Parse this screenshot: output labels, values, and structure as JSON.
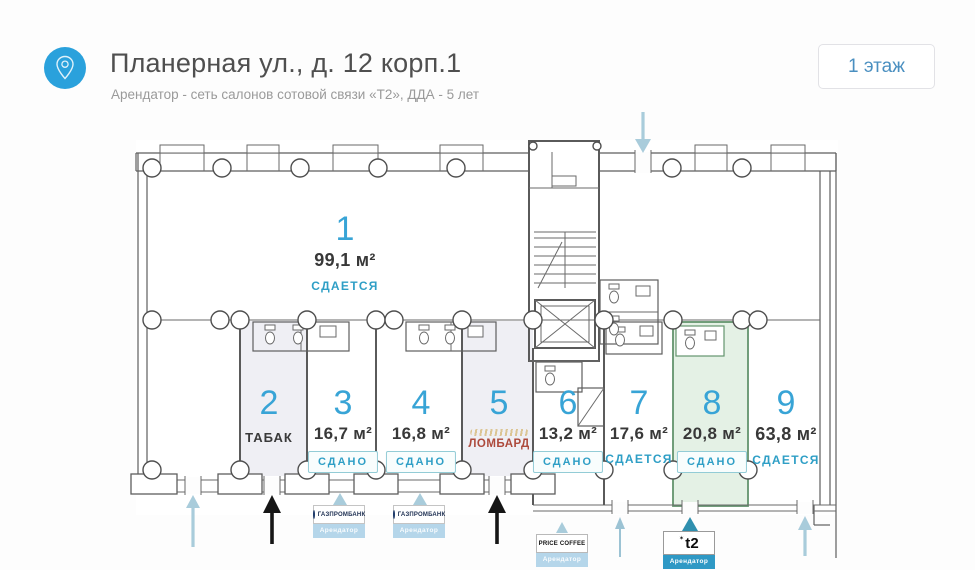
{
  "header": {
    "title": "Планерная ул., д. 12 корп.1",
    "subtitle": "Арендатор - сеть салонов сотовой связи «Т2», ДДА - 5 лет"
  },
  "floor_selector": {
    "label": "1 этаж"
  },
  "plan": {
    "units": [
      {
        "number": "1",
        "area": "99,1 м²",
        "status": "СДАЕТСЯ"
      },
      {
        "number": "2",
        "name": "ТАБАК"
      },
      {
        "number": "3",
        "area": "16,7 м²",
        "status": "СДАНО"
      },
      {
        "number": "4",
        "area": "16,8 м²",
        "status": "СДАНО"
      },
      {
        "number": "5",
        "name": "ЛОМБАРД"
      },
      {
        "number": "6",
        "area": "13,2 м²",
        "status": "СДАНО"
      },
      {
        "number": "7",
        "area": "17,6 м²",
        "status": "СДАЕТСЯ"
      },
      {
        "number": "8",
        "area": "20,8 м²",
        "status": "СДАНО"
      },
      {
        "number": "9",
        "area": "63,8 м²",
        "status": "СДАЕТСЯ"
      }
    ]
  },
  "tenant_badges": [
    {
      "brand": "ГАЗПРОМБАНК",
      "label": "Арендатор"
    },
    {
      "brand": "ГАЗПРОМБАНК",
      "label": "Арендатор"
    },
    {
      "brand": "PRICE COFFEE",
      "label": "Арендатор"
    },
    {
      "brand": "t2",
      "label": "Арендатор",
      "spark": "✶"
    }
  ],
  "colors": {
    "accent_blue": "#38a4d6",
    "status_teal": "#2f9fc6",
    "unit8_fill": "#e4f1e5",
    "unit8_border": "#63946d",
    "header_icon_bg": "#2aa1dc",
    "badge_band_light": "#b5d6ea",
    "badge_band_solid": "#2f99c5"
  }
}
